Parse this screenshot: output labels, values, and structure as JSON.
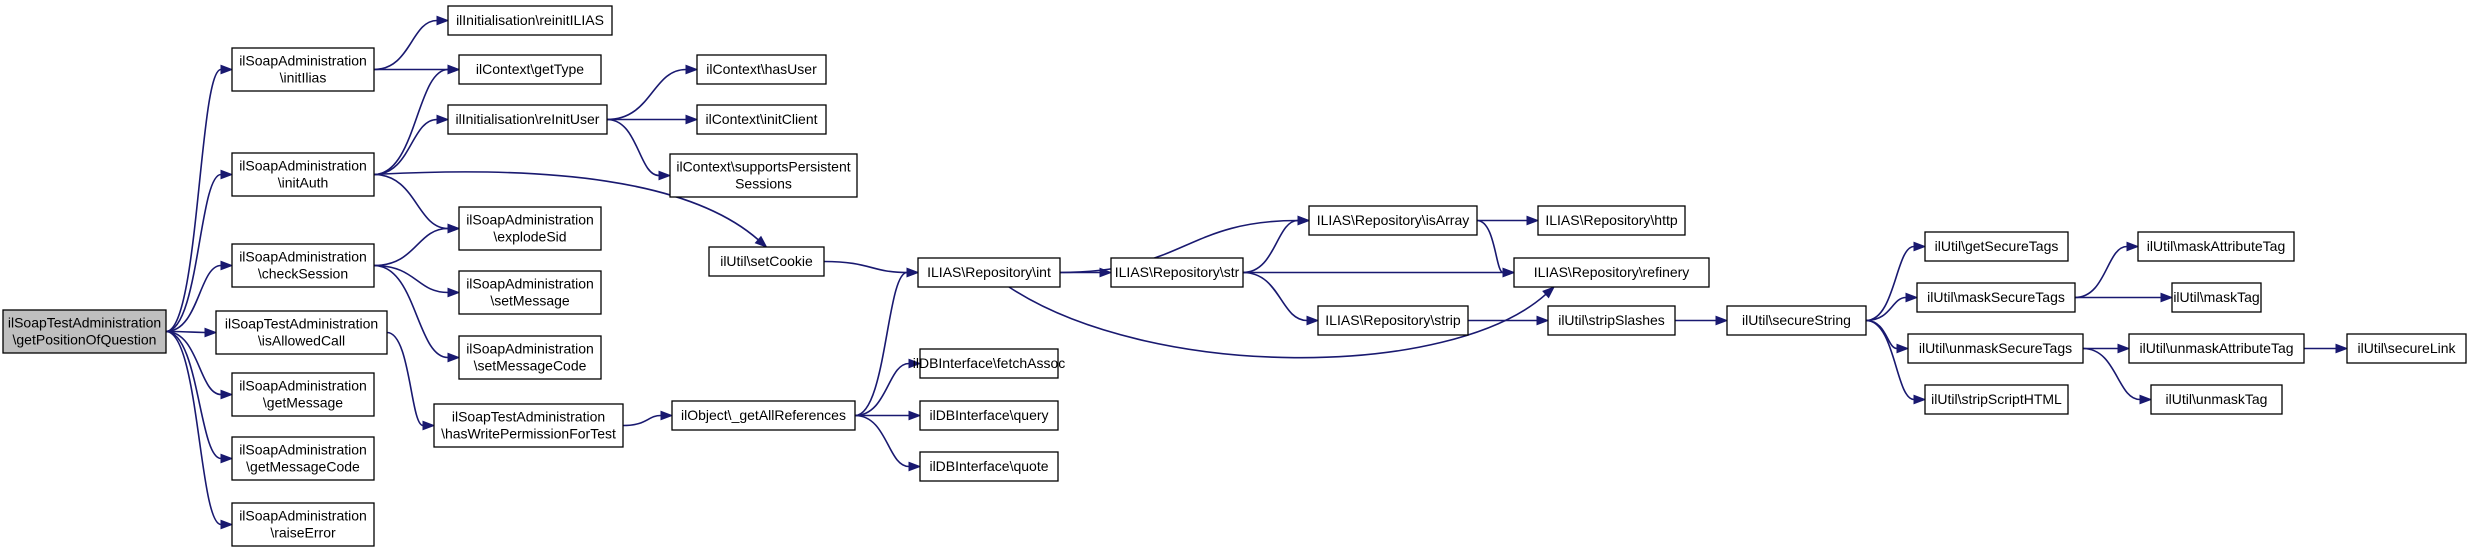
{
  "colors": {
    "edge": "#191970",
    "root_fill": "#bfbfbf",
    "node_fill": "#ffffff",
    "node_stroke": "#000000"
  },
  "nodes": [
    {
      "id": "root",
      "lines": [
        "ilSoapTestAdministration",
        "\\getPositionOfQuestion"
      ],
      "root": true
    },
    {
      "id": "initIlias",
      "lines": [
        "ilSoapAdministration",
        "\\initIlias"
      ]
    },
    {
      "id": "initAuth",
      "lines": [
        "ilSoapAdministration",
        "\\initAuth"
      ]
    },
    {
      "id": "checkSession",
      "lines": [
        "ilSoapAdministration",
        "\\checkSession"
      ]
    },
    {
      "id": "isAllowedCall",
      "lines": [
        "ilSoapTestAdministration",
        "\\isAllowedCall"
      ]
    },
    {
      "id": "getMessage",
      "lines": [
        "ilSoapAdministration",
        "\\getMessage"
      ]
    },
    {
      "id": "getMessageCode",
      "lines": [
        "ilSoapAdministration",
        "\\getMessageCode"
      ]
    },
    {
      "id": "raiseError",
      "lines": [
        "ilSoapAdministration",
        "\\raiseError"
      ]
    },
    {
      "id": "reinitILIAS",
      "lines": [
        "ilInitialisation\\reinitILIAS"
      ]
    },
    {
      "id": "getType",
      "lines": [
        "ilContext\\getType"
      ]
    },
    {
      "id": "reInitUser",
      "lines": [
        "ilInitialisation\\reInitUser"
      ]
    },
    {
      "id": "explodeSid",
      "lines": [
        "ilSoapAdministration",
        "\\explodeSid"
      ]
    },
    {
      "id": "setMessage",
      "lines": [
        "ilSoapAdministration",
        "\\setMessage"
      ]
    },
    {
      "id": "setMessageCode",
      "lines": [
        "ilSoapAdministration",
        "\\setMessageCode"
      ]
    },
    {
      "id": "hasWrite",
      "lines": [
        "ilSoapTestAdministration",
        "\\hasWritePermissionForTest"
      ]
    },
    {
      "id": "hasUser",
      "lines": [
        "ilContext\\hasUser"
      ]
    },
    {
      "id": "initClient",
      "lines": [
        "ilContext\\initClient"
      ]
    },
    {
      "id": "supportsPersistent",
      "lines": [
        "ilContext\\supportsPersistent",
        "Sessions"
      ]
    },
    {
      "id": "setCookie",
      "lines": [
        "ilUtil\\setCookie"
      ]
    },
    {
      "id": "getAllRefs",
      "lines": [
        "ilObject\\_getAllReferences"
      ]
    },
    {
      "id": "repoInt",
      "lines": [
        "ILIAS\\Repository\\int"
      ]
    },
    {
      "id": "fetchAssoc",
      "lines": [
        "ilDBInterface\\fetchAssoc"
      ]
    },
    {
      "id": "query",
      "lines": [
        "ilDBInterface\\query"
      ]
    },
    {
      "id": "quote",
      "lines": [
        "ilDBInterface\\quote"
      ]
    },
    {
      "id": "repoStr",
      "lines": [
        "ILIAS\\Repository\\str"
      ]
    },
    {
      "id": "isArray",
      "lines": [
        "ILIAS\\Repository\\isArray"
      ]
    },
    {
      "id": "repoStrip",
      "lines": [
        "ILIAS\\Repository\\strip"
      ]
    },
    {
      "id": "http",
      "lines": [
        "ILIAS\\Repository\\http"
      ]
    },
    {
      "id": "refinery",
      "lines": [
        "ILIAS\\Repository\\refinery"
      ]
    },
    {
      "id": "stripSlashes",
      "lines": [
        "ilUtil\\stripSlashes"
      ]
    },
    {
      "id": "secureString",
      "lines": [
        "ilUtil\\secureString"
      ]
    },
    {
      "id": "getSecureTags",
      "lines": [
        "ilUtil\\getSecureTags"
      ]
    },
    {
      "id": "maskSecureTags",
      "lines": [
        "ilUtil\\maskSecureTags"
      ]
    },
    {
      "id": "unmaskSecureTags",
      "lines": [
        "ilUtil\\unmaskSecureTags"
      ]
    },
    {
      "id": "stripScriptHTML",
      "lines": [
        "ilUtil\\stripScriptHTML"
      ]
    },
    {
      "id": "maskAttributeTag",
      "lines": [
        "ilUtil\\maskAttributeTag"
      ]
    },
    {
      "id": "maskTag",
      "lines": [
        "ilUtil\\maskTag"
      ]
    },
    {
      "id": "unmaskAttributeTag",
      "lines": [
        "ilUtil\\unmaskAttributeTag"
      ]
    },
    {
      "id": "unmaskTag",
      "lines": [
        "ilUtil\\unmaskTag"
      ]
    },
    {
      "id": "secureLink",
      "lines": [
        "ilUtil\\secureLink"
      ]
    }
  ],
  "edges": [
    [
      "root",
      "initIlias"
    ],
    [
      "root",
      "initAuth"
    ],
    [
      "root",
      "checkSession"
    ],
    [
      "root",
      "isAllowedCall"
    ],
    [
      "root",
      "getMessage"
    ],
    [
      "root",
      "getMessageCode"
    ],
    [
      "root",
      "raiseError"
    ],
    [
      "initIlias",
      "reinitILIAS"
    ],
    [
      "initIlias",
      "getType"
    ],
    [
      "initAuth",
      "getType"
    ],
    [
      "initAuth",
      "reInitUser"
    ],
    [
      "initAuth",
      "explodeSid"
    ],
    [
      "initAuth",
      "setCookie"
    ],
    [
      "checkSession",
      "explodeSid"
    ],
    [
      "checkSession",
      "setMessage"
    ],
    [
      "checkSession",
      "setMessageCode"
    ],
    [
      "isAllowedCall",
      "hasWrite"
    ],
    [
      "reInitUser",
      "hasUser"
    ],
    [
      "reInitUser",
      "initClient"
    ],
    [
      "reInitUser",
      "supportsPersistent"
    ],
    [
      "hasWrite",
      "getAllRefs"
    ],
    [
      "setCookie",
      "repoInt"
    ],
    [
      "getAllRefs",
      "repoInt"
    ],
    [
      "getAllRefs",
      "fetchAssoc"
    ],
    [
      "getAllRefs",
      "query"
    ],
    [
      "getAllRefs",
      "quote"
    ],
    [
      "repoInt",
      "isArray"
    ],
    [
      "repoInt",
      "repoStr"
    ],
    [
      "repoInt",
      "refinery"
    ],
    [
      "repoStr",
      "isArray"
    ],
    [
      "repoStr",
      "refinery"
    ],
    [
      "repoStr",
      "repoStrip"
    ],
    [
      "isArray",
      "http"
    ],
    [
      "isArray",
      "refinery"
    ],
    [
      "repoStrip",
      "stripSlashes"
    ],
    [
      "stripSlashes",
      "secureString"
    ],
    [
      "secureString",
      "getSecureTags"
    ],
    [
      "secureString",
      "maskSecureTags"
    ],
    [
      "secureString",
      "unmaskSecureTags"
    ],
    [
      "secureString",
      "stripScriptHTML"
    ],
    [
      "maskSecureTags",
      "maskAttributeTag"
    ],
    [
      "maskSecureTags",
      "maskTag"
    ],
    [
      "unmaskSecureTags",
      "unmaskAttributeTag"
    ],
    [
      "unmaskSecureTags",
      "unmaskTag"
    ],
    [
      "unmaskAttributeTag",
      "secureLink"
    ]
  ]
}
